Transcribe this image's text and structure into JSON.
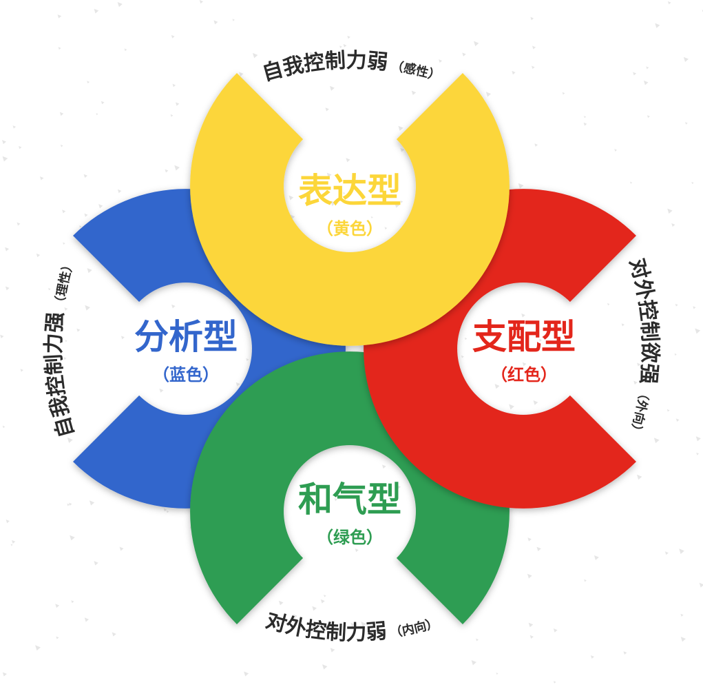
{
  "colors": {
    "yellow": "#fcd63a",
    "red": "#e3261b",
    "blue": "#3366cc",
    "green": "#2e9d52",
    "text_dark": "#2b2b2b",
    "background": "#ffffff"
  },
  "segments": {
    "yellow": {
      "name": "表达型",
      "color_label": "（黄色）"
    },
    "red": {
      "name": "支配型",
      "color_label": "（红色）"
    },
    "blue": {
      "name": "分析型",
      "color_label": "（蓝色）"
    },
    "green": {
      "name": "和气型",
      "color_label": "（绿色）"
    }
  },
  "axes": {
    "top": {
      "main": "自我控制力弱",
      "sub": "（感性）"
    },
    "right": {
      "main": "对外控制欲强",
      "sub": "（外向）"
    },
    "bottom": {
      "main": "对外控制力弱",
      "sub": "（内向）"
    },
    "left": {
      "main": "自我控制力强",
      "sub": "（理性）"
    }
  }
}
